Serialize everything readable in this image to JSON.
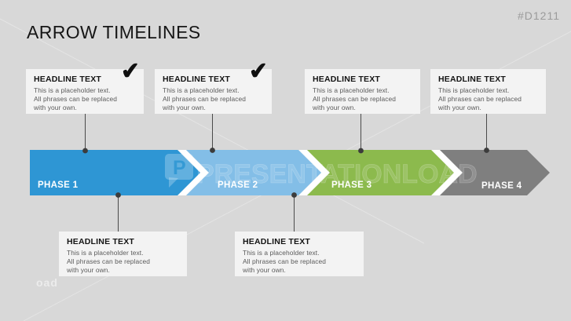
{
  "slide": {
    "title": "ARROW TIMELINES",
    "code": "#D1211",
    "background_color": "#d8d8d8"
  },
  "icons": {
    "check": "✔"
  },
  "watermark": {
    "logo_letter": "P",
    "text": "PRESENTATIONLOAD",
    "corner_fragment": "oad"
  },
  "timeline": {
    "phases": [
      {
        "label": "PHASE 1",
        "color": "#2e96d4"
      },
      {
        "label": "PHASE 2",
        "color": "#83bee7"
      },
      {
        "label": "PHASE 3",
        "color": "#8cba4d"
      },
      {
        "label": "PHASE 4",
        "color": "#7f7f7f"
      }
    ]
  },
  "top_cards": [
    {
      "headline": "HEADLINE TEXT",
      "body": "This is a placeholder text.\nAll phrases can be replaced\nwith your own.",
      "has_check": true
    },
    {
      "headline": "HEADLINE TEXT",
      "body": "This is a placeholder text.\nAll phrases can be replaced\nwith your own.",
      "has_check": true
    },
    {
      "headline": "HEADLINE TEXT",
      "body": "This is a placeholder text.\nAll phrases can be replaced\nwith your own.",
      "has_check": false
    },
    {
      "headline": "HEADLINE TEXT",
      "body": "This is placeholder text.\nAll phrases can be replaced\nwith your own.",
      "has_check": false
    }
  ],
  "bottom_cards": [
    {
      "headline": "HEADLINE TEXT",
      "body": "This is a placeholder text.\nAll phrases can be replaced\nwith your own."
    },
    {
      "headline": "HEADLINE TEXT",
      "body": "This is a placeholder text.\nAll phrases can be replaced\nwith your own."
    }
  ]
}
